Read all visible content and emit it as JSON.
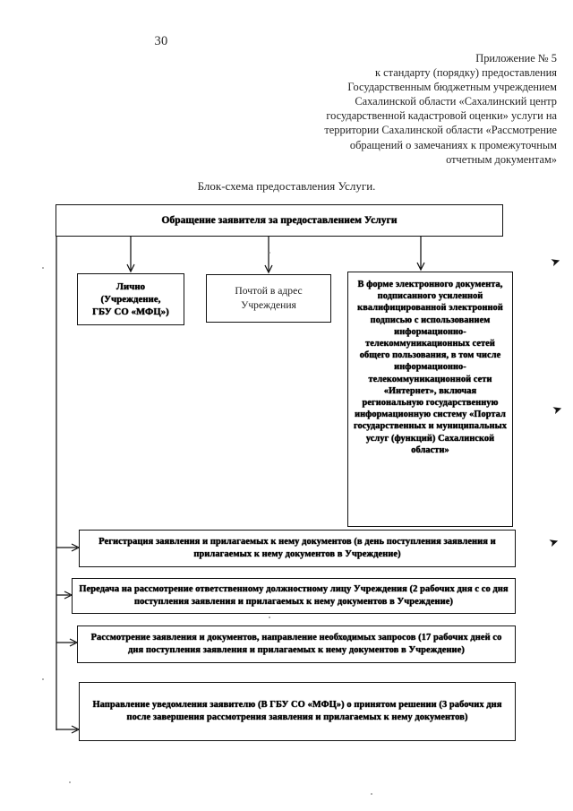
{
  "page": {
    "number": "30",
    "background_color": "#ffffff",
    "ink_color": "#111111"
  },
  "appendix": {
    "lines": [
      "Приложение № 5",
      "к стандарту (порядку) предоставления",
      "Государственным бюджетным учреждением",
      "Сахалинской области «Сахалинский центр",
      "государственной кадастровой оценки» услуги на",
      "территории Сахалинской области «Рассмотрение",
      "обращений о замечаниях к промежуточным",
      "отчетным документам»"
    ]
  },
  "chart_caption": "Блок-схема предоставления Услуги.",
  "flowchart": {
    "entry": {
      "label": "Обращение заявителя за предоставлением Услуги"
    },
    "channels": [
      {
        "id": "in-person",
        "label": "Лично\n(Учреждение,\nГБУ СО «МФЦ»)"
      },
      {
        "id": "postal-mail",
        "label": "Почтой в адрес\nУчреждения"
      },
      {
        "id": "electronic",
        "label": "В форме электронного документа, подписанного усиленной квалифицированной электронной подписью с использованием информационно-телекоммуникационных сетей общего пользования, в том числе информационно-телекоммуникационной сети «Интернет», включая региональную государственную информационную систему «Портал государственных и муниципальных услуг (функций) Сахалинской области»"
      }
    ],
    "steps": [
      {
        "id": "registration",
        "label": "Регистрация заявления и прилагаемых к нему документов (в день поступления заявления и прилагаемых к нему документов в Учреждение)"
      },
      {
        "id": "transfer",
        "label": "Передача на рассмотрение ответственному должностному лицу Учреждения (2 рабочих дня с со дня поступления заявления и прилагаемых к нему документов в Учреждение)"
      },
      {
        "id": "review",
        "label": "Рассмотрение заявления и документов, направление необходимых запросов (17 рабочих дней со дня поступления заявления и прилагаемых к нему документов в Учреждение)"
      },
      {
        "id": "notification",
        "label": "Направление уведомления заявителю (В ГБУ СО «МФЦ») о принятом решении (3 рабочих дня после завершения рассмотрения заявления и прилагаемых к нему документов)"
      }
    ]
  },
  "margin_marks": {
    "glyph": "➤",
    "count": 3
  }
}
